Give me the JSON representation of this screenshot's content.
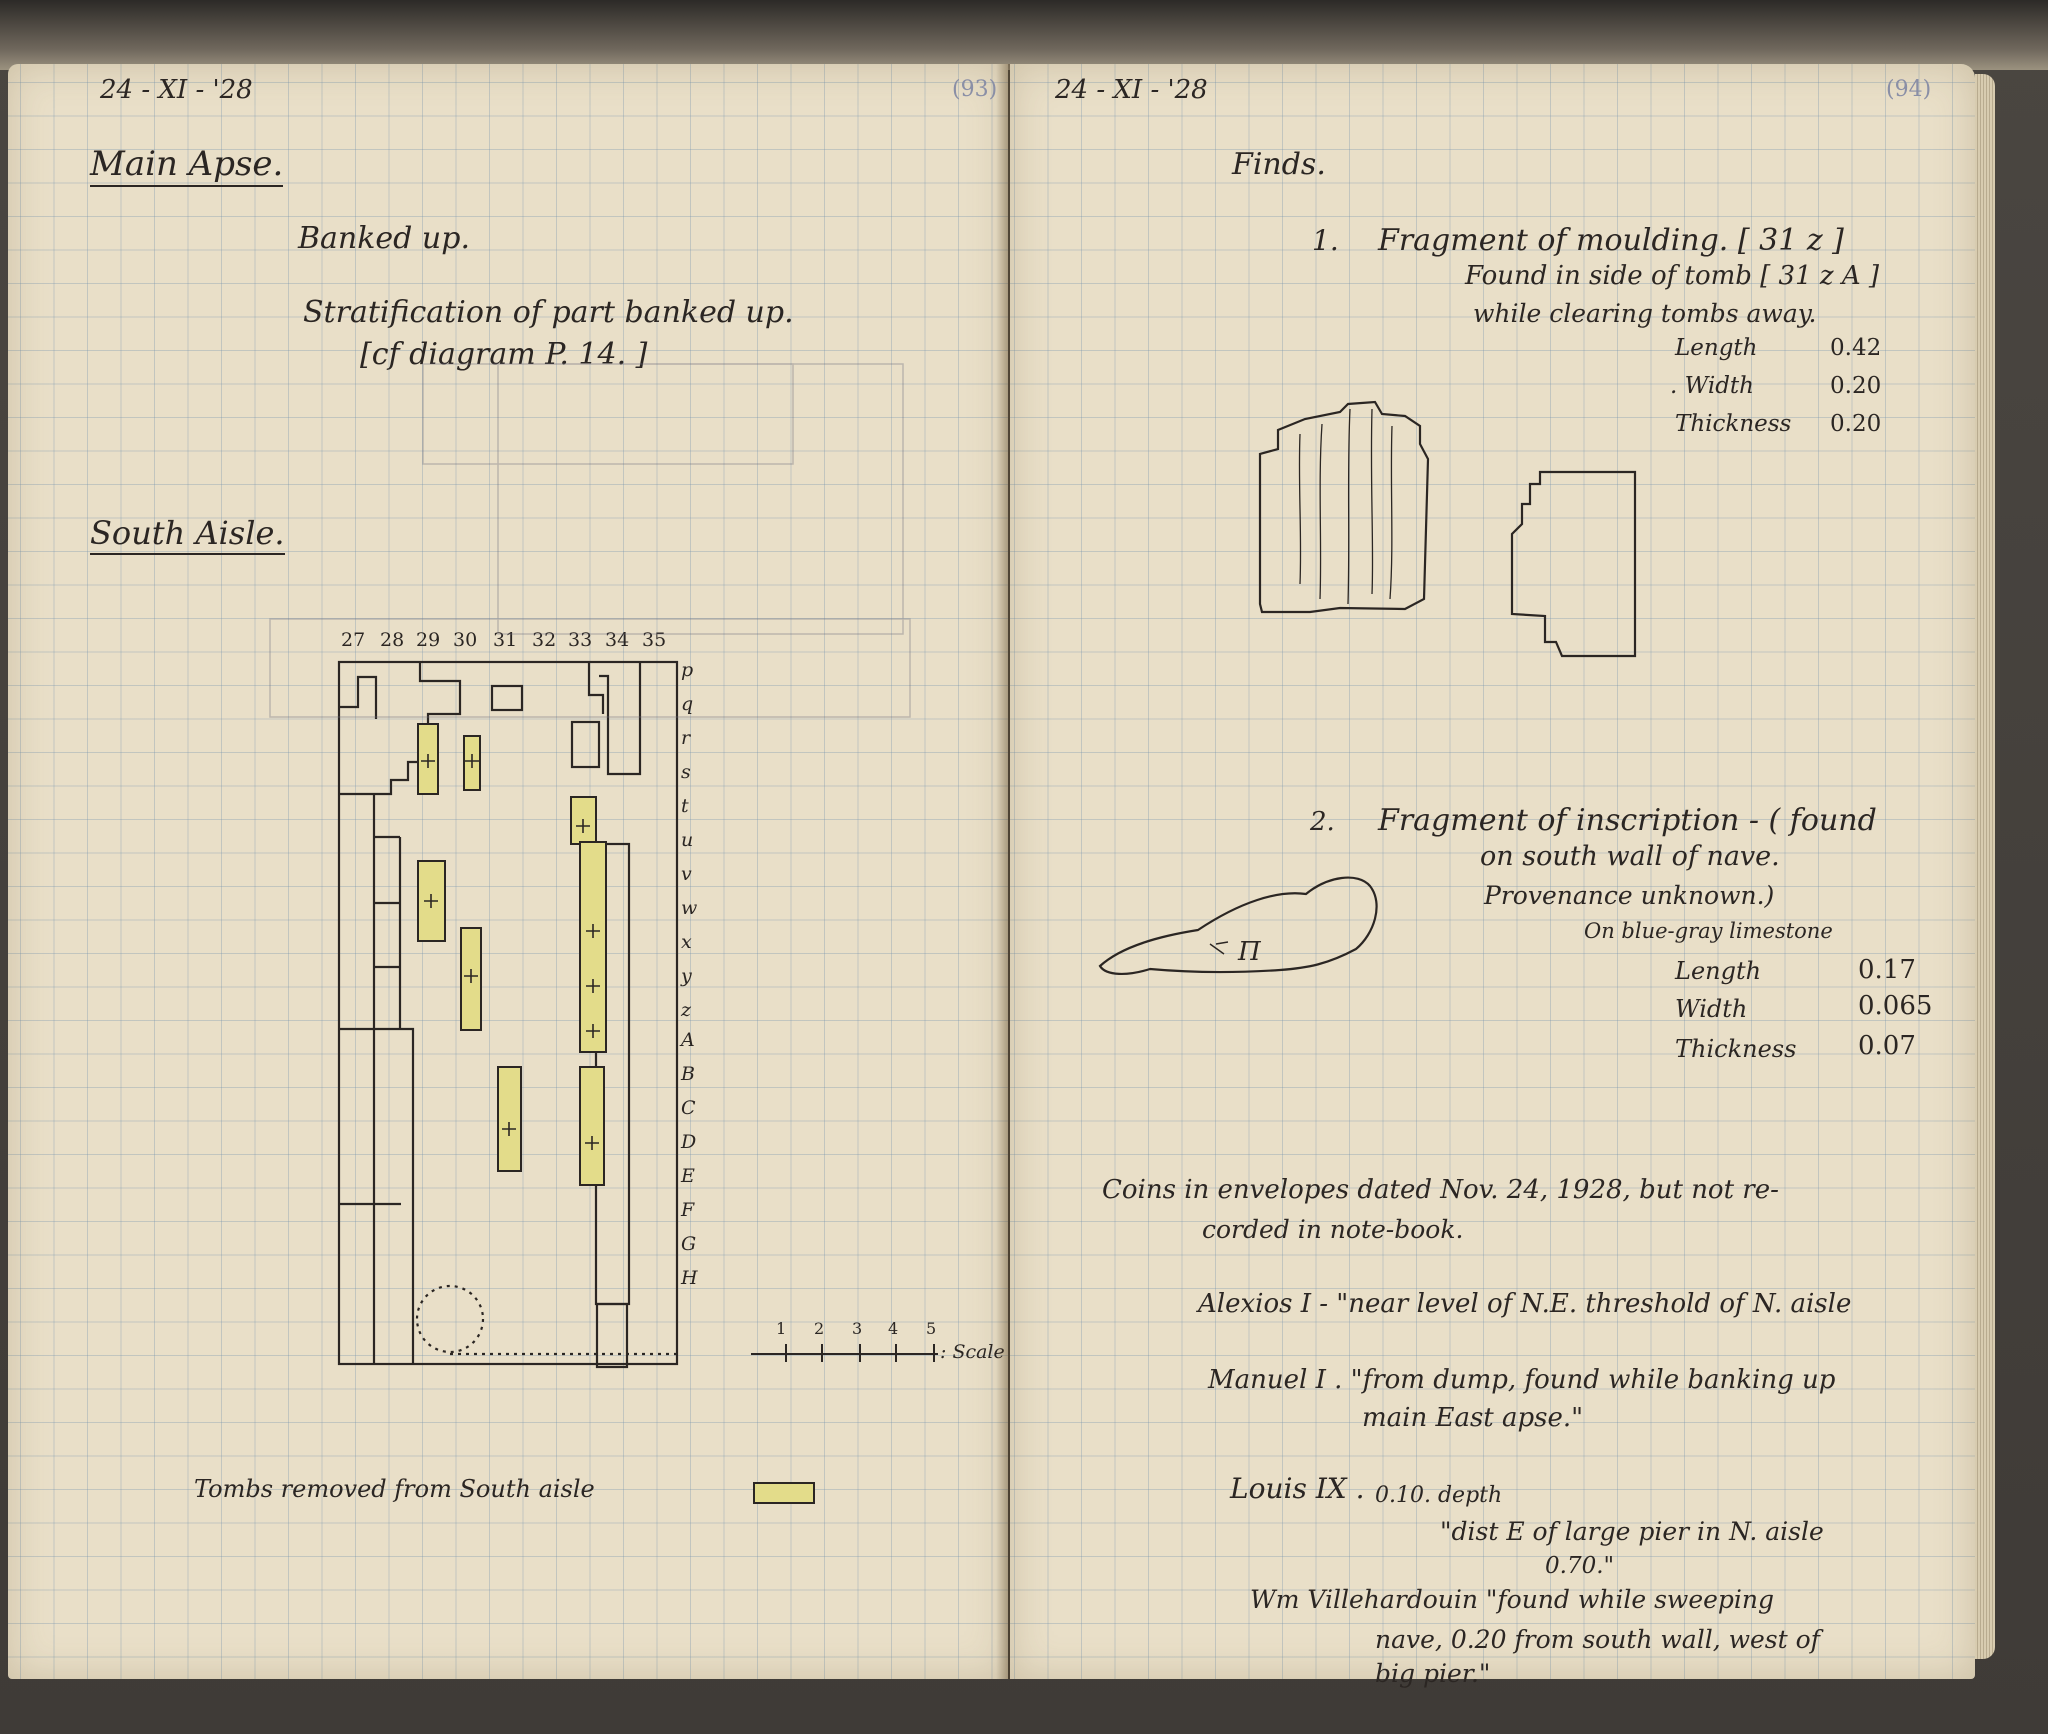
{
  "left_page": {
    "date": "24 - XI - '28",
    "page_number": "(93)",
    "heading_main_apse": "Main Apse.",
    "banked_up": "Banked up.",
    "stratification": "Stratification of part banked up.",
    "diagram_ref": "[cf diagram P. 14. ]",
    "heading_south_aisle": "South Aisle.",
    "column_numbers": [
      "27",
      "28",
      "29",
      "30",
      "31",
      "32",
      "33",
      "34",
      "35"
    ],
    "row_letters": [
      "p",
      "q",
      "r",
      "s",
      "t",
      "u",
      "v",
      "w",
      "x",
      "y",
      "z",
      "A",
      "B",
      "C",
      "D",
      "E",
      "F",
      "G",
      "H"
    ],
    "scale_numbers": [
      "1",
      "2",
      "3",
      "4",
      "5"
    ],
    "scale_label": ": Scale",
    "legend_text": "Tombs removed from South aisle",
    "legend_color": "#e3dc8a"
  },
  "right_page": {
    "date": "24 - XI - '28",
    "page_number": "(94)",
    "heading_finds": "Finds.",
    "find1": {
      "number": "1.",
      "title": "Fragment of moulding. [ 31 z ]",
      "found": "Found in side of tomb [ 31 z A ]",
      "found2": "while clearing tombs away.",
      "dims": [
        {
          "label": "Length",
          "value": "0.42"
        },
        {
          "label": ". Width",
          "value": "0.20"
        },
        {
          "label": "Thickness",
          "value": "0.20"
        }
      ]
    },
    "find2": {
      "number": "2.",
      "title": "Fragment of inscription - ( found",
      "line2": "on south wall of nave.",
      "line3": "Provenance unknown.)",
      "material": "On blue-gray limestone",
      "inscription_glyph": "Π",
      "dims": [
        {
          "label": "Length",
          "value": "0.17"
        },
        {
          "label": "Width",
          "value": "0.065"
        },
        {
          "label": "Thickness",
          "value": "0.07"
        }
      ]
    },
    "coins_intro1": "Coins in envelopes dated Nov. 24, 1928, but not re-",
    "coins_intro2": "corded in note-book.",
    "coin1": "Alexios I - \"near level of N.E. threshold of N. aisle",
    "coin2a": "Manuel I . \"from dump, found while banking up",
    "coin2b": "main East apse.\"",
    "coin3_name": "Louis IX .",
    "coin3_depth": "0.10. depth",
    "coin3_line": "\"dist E of large pier in N. aisle",
    "coin3_dist": "0.70.\"",
    "coin4a": "Wm Villehardouin   \"found while sweeping",
    "coin4b": "nave, 0.20 from south wall, west of",
    "coin4c": "big pier.\""
  }
}
